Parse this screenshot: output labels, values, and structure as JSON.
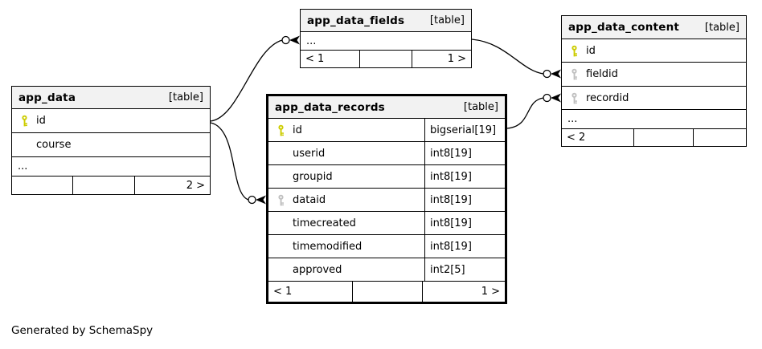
{
  "credit": "Generated by SchemaSpy",
  "colors": {
    "primary_key": "#cccc00",
    "foreign_key": "#c0c0c0",
    "header_bg": "#f2f2f2",
    "border": "#000000",
    "background": "#ffffff"
  },
  "tables": [
    {
      "name": "app_data",
      "kind": "[table]",
      "highlighted": false,
      "columns": [
        {
          "name": "id",
          "icon": "primary-key"
        },
        {
          "name": "course",
          "icon": "none"
        },
        {
          "name": "...",
          "icon": "none"
        }
      ],
      "paging": {
        "left": "",
        "middle": "",
        "right": "2 >"
      }
    },
    {
      "name": "app_data_fields",
      "kind": "[table]",
      "highlighted": false,
      "columns": [
        {
          "name": "...",
          "icon": "none"
        }
      ],
      "paging": {
        "left": "< 1",
        "middle": "",
        "right": "1 >"
      }
    },
    {
      "name": "app_data_content",
      "kind": "[table]",
      "highlighted": false,
      "columns": [
        {
          "name": "id",
          "icon": "primary-key"
        },
        {
          "name": "fieldid",
          "icon": "foreign-key"
        },
        {
          "name": "recordid",
          "icon": "foreign-key"
        },
        {
          "name": "...",
          "icon": "none"
        }
      ],
      "paging": {
        "left": "< 2",
        "middle": "",
        "right": ""
      }
    },
    {
      "name": "app_data_records",
      "kind": "[table]",
      "highlighted": true,
      "columns": [
        {
          "name": "id",
          "type": "bigserial[19]",
          "icon": "primary-key"
        },
        {
          "name": "userid",
          "type": "int8[19]",
          "icon": "none"
        },
        {
          "name": "groupid",
          "type": "int8[19]",
          "icon": "none"
        },
        {
          "name": "dataid",
          "type": "int8[19]",
          "icon": "foreign-key"
        },
        {
          "name": "timecreated",
          "type": "int8[19]",
          "icon": "none"
        },
        {
          "name": "timemodified",
          "type": "int8[19]",
          "icon": "none"
        },
        {
          "name": "approved",
          "type": "int2[5]",
          "icon": "none"
        }
      ],
      "paging": {
        "left": "< 1",
        "middle": "",
        "right": "1 >"
      }
    }
  ],
  "relationships": [
    {
      "from": "app_data.id",
      "to": "app_data_fields",
      "cardinality": "zero-or-many"
    },
    {
      "from": "app_data.id",
      "to": "app_data_records.dataid",
      "cardinality": "zero-or-many"
    },
    {
      "from": "app_data_fields",
      "to": "app_data_content.fieldid",
      "cardinality": "zero-or-many"
    },
    {
      "from": "app_data_records.id",
      "to": "app_data_content.recordid",
      "cardinality": "zero-or-many"
    }
  ]
}
